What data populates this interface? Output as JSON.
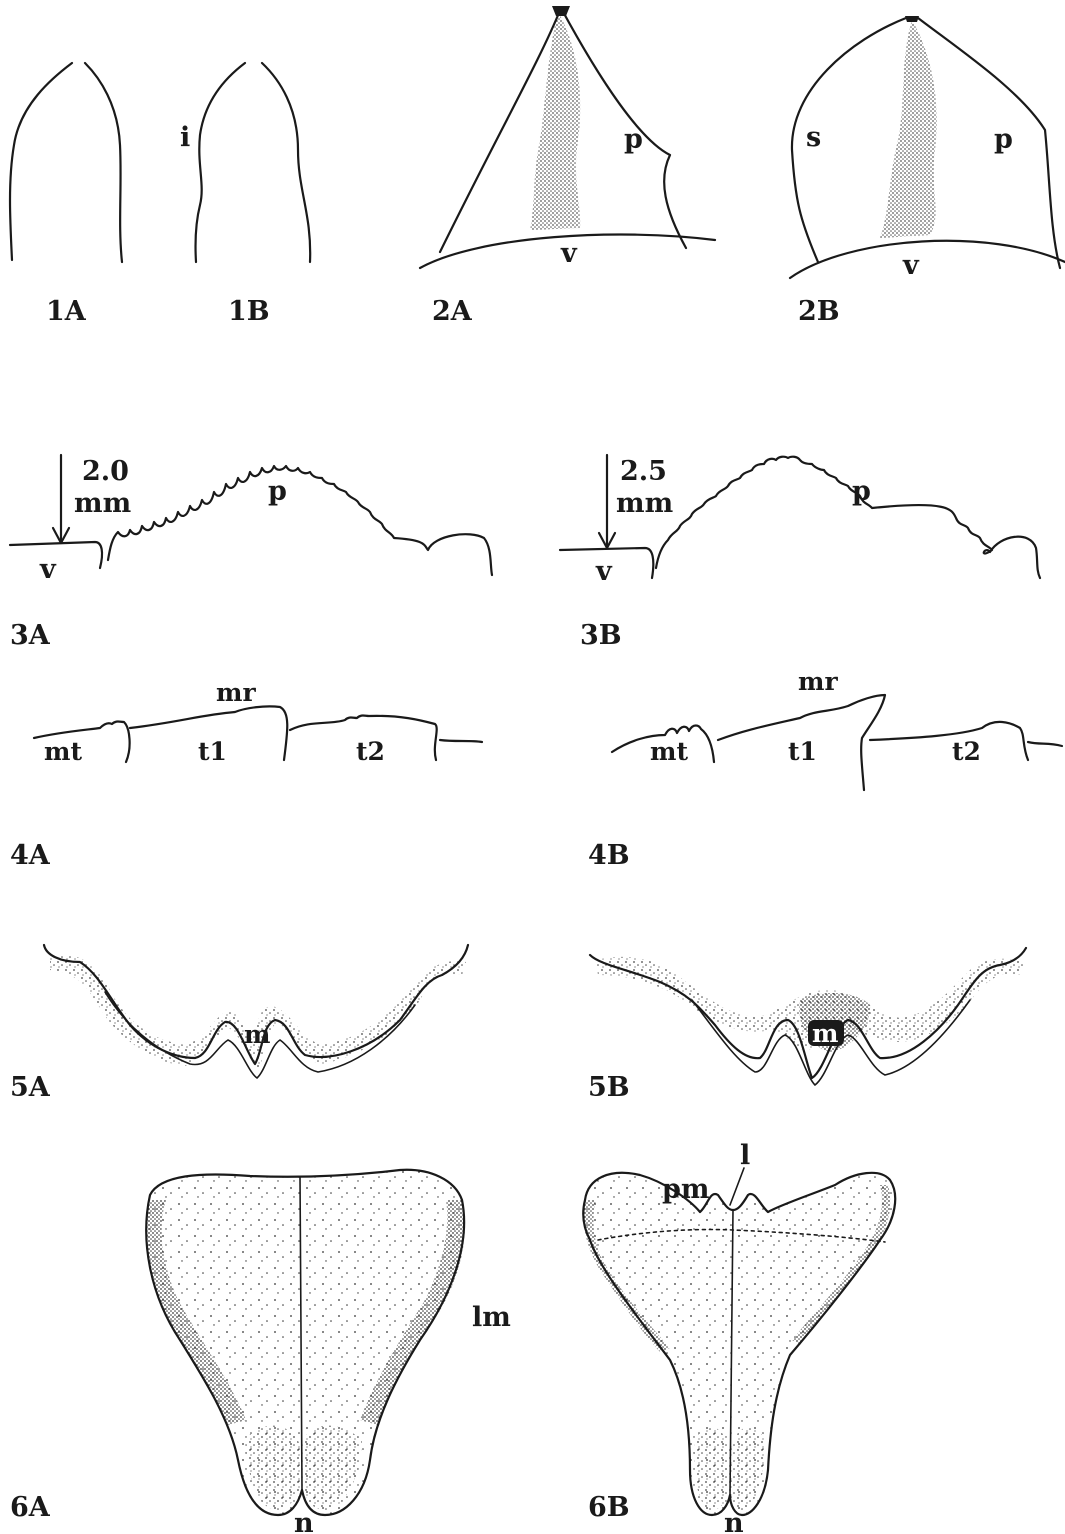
{
  "figures": {
    "1A": {
      "label": "1A"
    },
    "1B": {
      "label": "1B",
      "parts": {
        "i": "i"
      }
    },
    "2A": {
      "label": "2A",
      "parts": {
        "p": "p",
        "v": "v"
      }
    },
    "2B": {
      "label": "2B",
      "parts": {
        "s": "s",
        "p": "p",
        "v": "v"
      }
    },
    "3A": {
      "label": "3A",
      "measure_value": "2.0",
      "measure_unit": "mm",
      "parts": {
        "p": "p",
        "v": "v"
      }
    },
    "3B": {
      "label": "3B",
      "measure_value": "2.5",
      "measure_unit": "mm",
      "parts": {
        "p": "p",
        "v": "v"
      }
    },
    "4A": {
      "label": "4A",
      "parts": {
        "mr": "mr",
        "mt": "mt",
        "t1": "t1",
        "t2": "t2"
      }
    },
    "4B": {
      "label": "4B",
      "parts": {
        "mr": "mr",
        "mt": "mt",
        "t1": "t1",
        "t2": "t2"
      }
    },
    "5A": {
      "label": "5A",
      "parts": {
        "m": "m"
      }
    },
    "5B": {
      "label": "5B",
      "parts": {
        "m": "m"
      }
    },
    "6A": {
      "label": "6A",
      "parts": {
        "lm": "lm",
        "n": "n"
      }
    },
    "6B": {
      "label": "6B",
      "parts": {
        "pm": "pm",
        "l": "l",
        "n": "n"
      }
    }
  },
  "colors": {
    "ink": "#1a1a1a",
    "stipple": "#2a2a2a",
    "paper": "#ffffff"
  }
}
